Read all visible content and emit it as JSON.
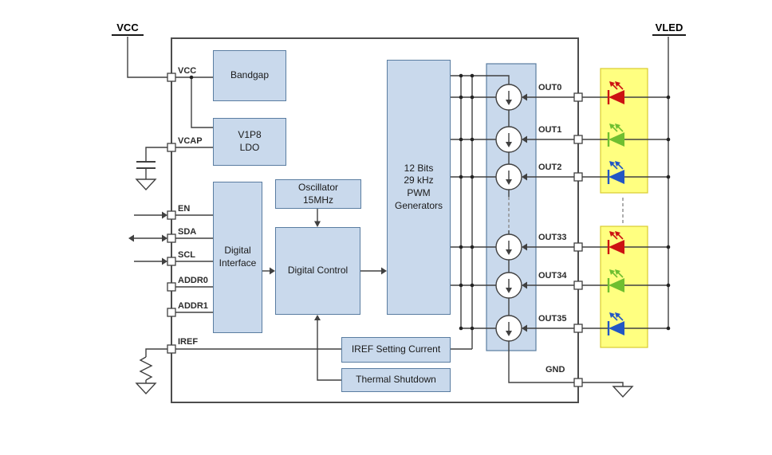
{
  "diagram": {
    "supplies": {
      "vcc": "VCC",
      "vled": "VLED"
    },
    "left_pins": [
      {
        "label": "VCC"
      },
      {
        "label": "VCAP"
      },
      {
        "label": "EN"
      },
      {
        "label": "SDA"
      },
      {
        "label": "SCL"
      },
      {
        "label": "ADDR0"
      },
      {
        "label": "ADDR1"
      },
      {
        "label": "IREF"
      }
    ],
    "right_pins": [
      {
        "label": "OUT0"
      },
      {
        "label": "OUT1"
      },
      {
        "label": "OUT2"
      },
      {
        "label": "OUT33"
      },
      {
        "label": "OUT34"
      },
      {
        "label": "OUT35"
      },
      {
        "label": "GND"
      }
    ],
    "blocks": {
      "bandgap": {
        "label": "Bandgap"
      },
      "ldo": {
        "label": "V1P8\nLDO"
      },
      "digital_interface": {
        "label": "Digital\nInterface"
      },
      "oscillator": {
        "label": "Oscillator\n15MHz"
      },
      "digital_control": {
        "label": "Digital Control"
      },
      "pwm_generators": {
        "label": "12 Bits\n29 kHz\nPWM\nGenerators"
      },
      "iref_setting": {
        "label": "IREF Setting Current"
      },
      "thermal_shutdown": {
        "label": "Thermal Shutdown"
      }
    },
    "led_channels": [
      {
        "out": "OUT0",
        "color": "red"
      },
      {
        "out": "OUT1",
        "color": "green"
      },
      {
        "out": "OUT2",
        "color": "blue"
      },
      {
        "out": "OUT33",
        "color": "red"
      },
      {
        "out": "OUT34",
        "color": "green"
      },
      {
        "out": "OUT35",
        "color": "blue"
      }
    ],
    "colors": {
      "block_fill": "#c9d9ec",
      "block_border": "#5a7da1",
      "wire": "#404040",
      "led_red": "#cc1212",
      "led_green": "#6fbf30",
      "led_blue": "#2256c4",
      "highlight_fill": "#ffff80",
      "highlight_border": "#d8cc30"
    }
  }
}
